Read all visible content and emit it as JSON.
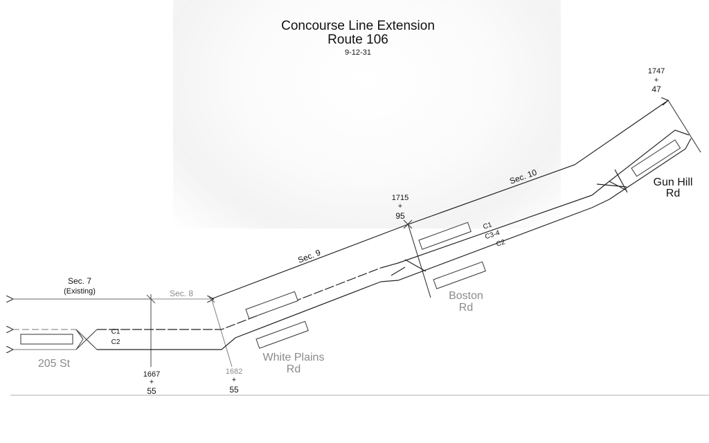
{
  "title": {
    "line1": "Concourse Line Extension",
    "line2": "Route 106",
    "date": "9-12-31"
  },
  "stations": {
    "s205": "205 St",
    "white_plains_1": "White Plains",
    "white_plains_2": "Rd",
    "boston_1": "Boston",
    "boston_2": "Rd",
    "gun_hill_1": "Gun Hill",
    "gun_hill_2": "Rd"
  },
  "sections": {
    "sec7": "Sec. 7",
    "sec7_note": "(Existing)",
    "sec8": "Sec. 8",
    "sec9": "Sec. 9",
    "sec10": "Sec. 10"
  },
  "stations_marks": {
    "m1667_a": "1667",
    "m1667_plus": "+",
    "m1667_b": "55",
    "m1682_a": "1682",
    "m1682_plus": "+",
    "m1682_b": "55",
    "m1715_a": "1715",
    "m1715_plus": "+",
    "m1715_b": "95",
    "m1747_a": "1747",
    "m1747_plus": "+",
    "m1747_b": "47"
  },
  "tracks": {
    "c1_west": "C1",
    "c2_west": "C2",
    "c1_east": "C1",
    "c34_east": "C3-4",
    "c2_east": "C2"
  }
}
